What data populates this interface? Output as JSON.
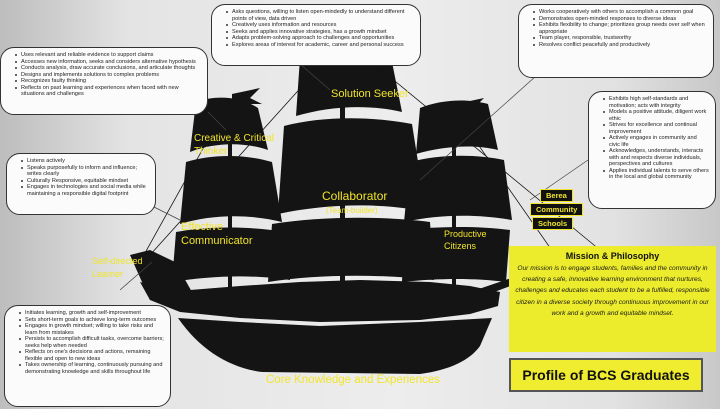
{
  "bubbles": {
    "solution_seeker": [
      "Asks questions, willing to listen open-mindedly to understand different points of view, data driven",
      "Creatively uses information and resources",
      "Seeks and applies innovative strategies, has a growth mindset",
      "Adapts problem-solving approach to challenges and opportunities",
      "Explores areas of interest for academic, career and personal success"
    ],
    "creative_thinker": [
      "Uses relevant and reliable evidence to support claims",
      "Accesses new information, seeks and considers alternative hypothesis",
      "Conducts analysis, draw accurate conclusions, and articulate thoughts",
      "Designs and implements solutions to complex problems",
      "Recognizes faulty thinking",
      "Reflects on past learning and experiences when faced with new situations and challenges"
    ],
    "collaborator": [
      "Works cooperatively with others to accomplish a common goal",
      "Demonstrates open-minded responses to diverse ideas",
      "Exhibits flexibility to change; prioritizes group needs over self when appropriate",
      "Team player, responsible, trustworthy",
      "Resolves conflict peacefully and productively"
    ],
    "productive_citizens": [
      "Exhibits high self-standards and motivation; acts with integrity",
      "Models a positive attitude, diligent work ethic",
      "Strives for excellence and continual improvement",
      "Actively engages in community and civic life",
      "Acknowledges, understands, interacts with and respects diverse individuals, perspectives and cultures",
      "Applies individual talents to serve others in the local and global community"
    ],
    "effective_communicator": [
      "Listens actively",
      "Speaks purposefully to inform and influence; writes clearly",
      "Culturally Responsive, equitable mindset",
      "Engages in technologies and social media while maintaining a responsible digital footprint"
    ],
    "self_directed": [
      "Initiates learning, growth and self-improvement",
      "Sets short-term goals to achieve long-term outcomes",
      "Engages in growth mindset; willing to take risks and learn from mistakes",
      "Persists to accomplish difficult tasks, overcome barriers; seeks help when needed",
      "Reflects on one's decisions and actions, remaining flexible and open to new ideas",
      "Takes ownership of learning, continuously pursuing and demonstrating knowledge and skills throughout life"
    ]
  },
  "labels": {
    "solution_seeker": "Solution Seeker",
    "creative_line1": "Creative & Critical",
    "creative_line2": "Thinker",
    "collaborator": "Collaborator",
    "collaborator_sub": "(Team-builder)",
    "effective_line1": "Effective",
    "effective_line2": "Communicator",
    "productive_line1": "Productive",
    "productive_line2": "Citizens",
    "self_line1": "Self-directed",
    "self_line2": "Learner",
    "core": "Core Knowledge and Experiences"
  },
  "banners": [
    "Berea",
    "Community",
    "Schools"
  ],
  "mission": {
    "title": "Mission & Philosophy",
    "text": "Our mission is to engage students, families and the community in creating a safe, innovative learning environment that nurtures, challenges and educates each student to be a  fulfilled, responsible citizen in a diverse society through continuous improvement in our work and a growth and equitable mindset."
  },
  "profile_title": "Profile of BCS Graduates",
  "colors": {
    "ship": "#141414",
    "label": "#f1e42a",
    "mission_bg": "#ecec2c"
  }
}
